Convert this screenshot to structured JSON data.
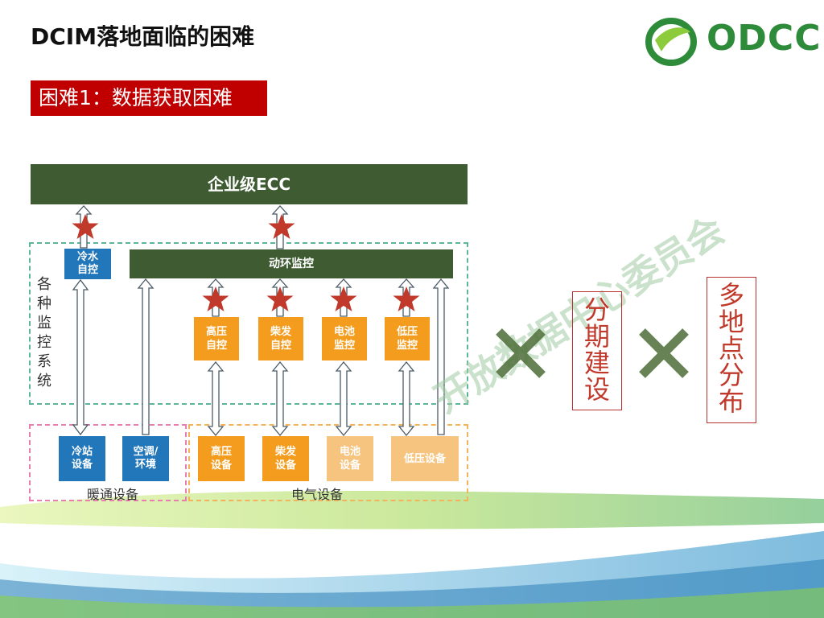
{
  "title": "DCIM落地面临的困难",
  "logo": {
    "text": "ODCC"
  },
  "badge": "困难1：数据获取困难",
  "diagram": {
    "top_bar": "企业级ECC",
    "env_bar": "动环监控",
    "side_label": "各种监控系统",
    "top_blue": "冷水\n自控",
    "mid_orange": [
      "高压\n自控",
      "柴发\n自控",
      "电池\n监控",
      "低压\n监控"
    ],
    "bottom_blue": [
      "冷站\n设备",
      "空调/\n环境"
    ],
    "bottom_orange": [
      "高压\n设备",
      "柴发\n设备",
      "电池\n设备",
      "低压设备"
    ],
    "group_hvac": "暖通设备",
    "group_electric": "电气设备"
  },
  "right": {
    "box1": "分期建设",
    "box2": "多地点分布"
  },
  "watermark": "开放数据中心委员会",
  "colors": {
    "bar": "#3e5b32",
    "badge": "#c00000",
    "blue": "#2277bb",
    "orange": "#f39c1e",
    "star": "#c0392b"
  }
}
